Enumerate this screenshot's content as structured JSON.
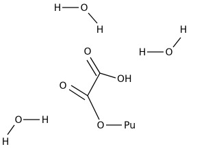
{
  "molecules": {
    "water_1": {
      "h1": "H",
      "o": "O",
      "h2": "H"
    },
    "water_2": {
      "h1": "H",
      "o": "O",
      "h2": "H"
    },
    "water_3": {
      "h1": "H",
      "o": "O",
      "h2": "H"
    },
    "oxalate": {
      "carbonyl_o_1": "O",
      "hydroxyl": "OH",
      "carbonyl_o_2": "O",
      "ester_o": "O",
      "metal": "Pu"
    }
  },
  "colors": {
    "ink": "#000000",
    "background": "#ffffff"
  }
}
